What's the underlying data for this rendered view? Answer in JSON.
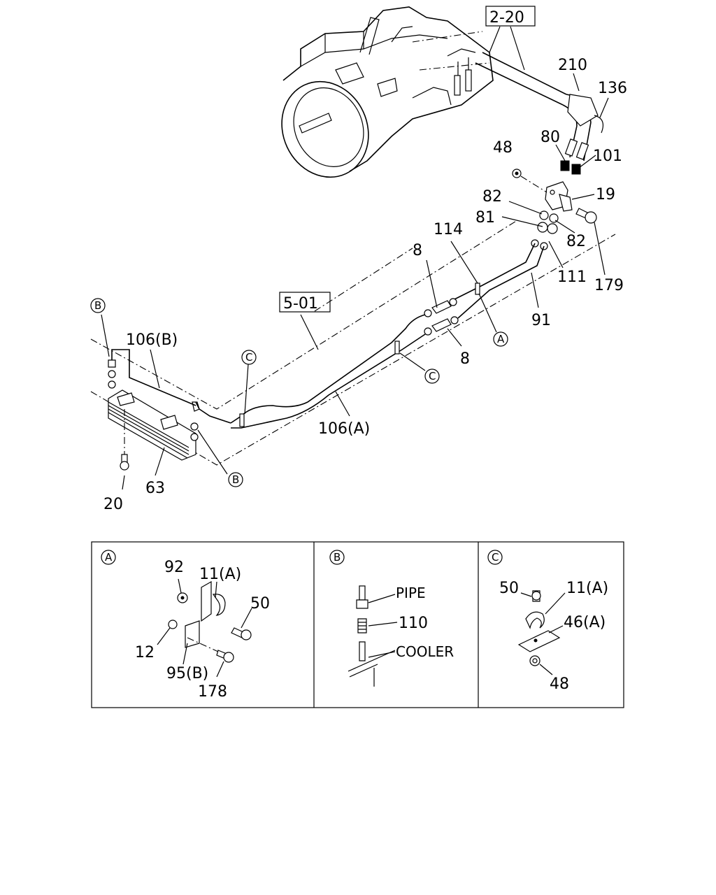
{
  "ref_boxes": {
    "ref1": "2-20",
    "ref2": "5-01"
  },
  "parts": {
    "p210": "210",
    "p136": "136",
    "p80": "80",
    "p101": "101",
    "p48": "48",
    "p19": "19",
    "p82a": "82",
    "p82b": "82",
    "p81": "81",
    "p114": "114",
    "p111": "111",
    "p179": "179",
    "p8a": "8",
    "p8b": "8",
    "p91": "91",
    "p106b": "106(B)",
    "p106a": "106(A)",
    "p63": "63",
    "p20": "20"
  },
  "markers": {
    "A": "A",
    "B": "B",
    "C": "C"
  },
  "detail_a": {
    "tag": "A",
    "p92": "92",
    "p11a": "11(A)",
    "p50": "50",
    "p12": "12",
    "p95b": "95(B)",
    "p178": "178"
  },
  "detail_b": {
    "tag": "B",
    "pipe": "PIPE",
    "p110": "110",
    "cooler": "COOLER"
  },
  "detail_c": {
    "tag": "C",
    "p50": "50",
    "p11a": "11(A)",
    "p46a": "46(A)",
    "p48": "48"
  }
}
